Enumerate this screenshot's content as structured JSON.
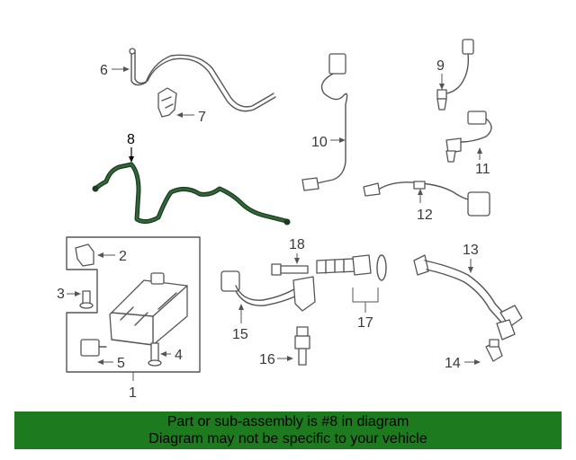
{
  "callouts": {
    "c1": "1",
    "c2": "2",
    "c3": "3",
    "c4": "4",
    "c5": "5",
    "c6": "6",
    "c7": "7",
    "c8": "8",
    "c9": "9",
    "c10": "10",
    "c11": "11",
    "c12": "12",
    "c13": "13",
    "c14": "14",
    "c15": "15",
    "c16": "16",
    "c17": "17",
    "c18": "18"
  },
  "banner": {
    "line1": "Part or sub-assembly is #8 in diagram",
    "line2": "Diagram may not be specific to your vehicle"
  },
  "colors": {
    "banner_background": "#1e7a1e",
    "highlighted_part": "#1f5a2a",
    "line_art": "#555555"
  }
}
